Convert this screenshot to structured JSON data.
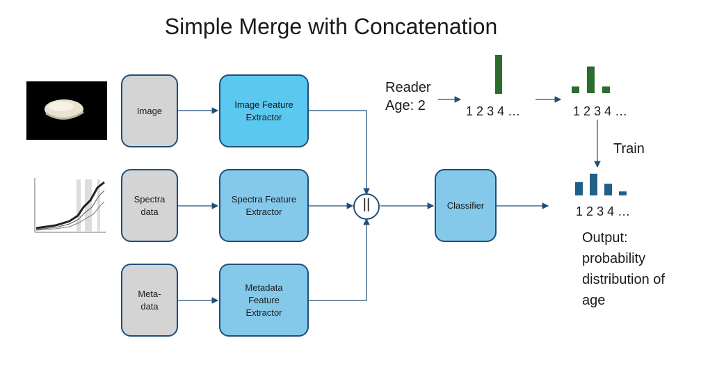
{
  "title": "Simple Merge with Concatenation",
  "inputs": {
    "image": "Image",
    "spectra": "Spectra data",
    "meta": "Meta-data"
  },
  "extractors": {
    "image": "Image Feature Extractor",
    "spectra": "Spectra Feature Extractor",
    "meta": "Metadata Feature Extractor"
  },
  "concat_symbol": "||",
  "classifier": "Classifier",
  "reader_label": "Reader Age: 2",
  "train_label": "Train",
  "output_label": "Output: probability distribution of age",
  "tick_labels": [
    "1",
    "2",
    "3",
    "4",
    "…"
  ],
  "colors": {
    "box_border": "#1f4e79",
    "input_box": "#d4d4d4",
    "image_extractor": "#5bc8f0",
    "extractor": "#84c8ea",
    "label_bar": "#2e6b2e",
    "output_bar": "#1f5f8a"
  },
  "chart_data": [
    {
      "type": "bar",
      "name": "reader-label",
      "categories": [
        "1",
        "2",
        "3",
        "4"
      ],
      "values": [
        0,
        1,
        0,
        0
      ]
    },
    {
      "type": "bar",
      "name": "smoothed-label",
      "categories": [
        "1",
        "2",
        "3",
        "4"
      ],
      "values": [
        0.2,
        0.8,
        0.2,
        0
      ]
    },
    {
      "type": "bar",
      "name": "output-distribution",
      "categories": [
        "1",
        "2",
        "3",
        "4"
      ],
      "values": [
        0.4,
        0.65,
        0.35,
        0.12
      ]
    }
  ]
}
